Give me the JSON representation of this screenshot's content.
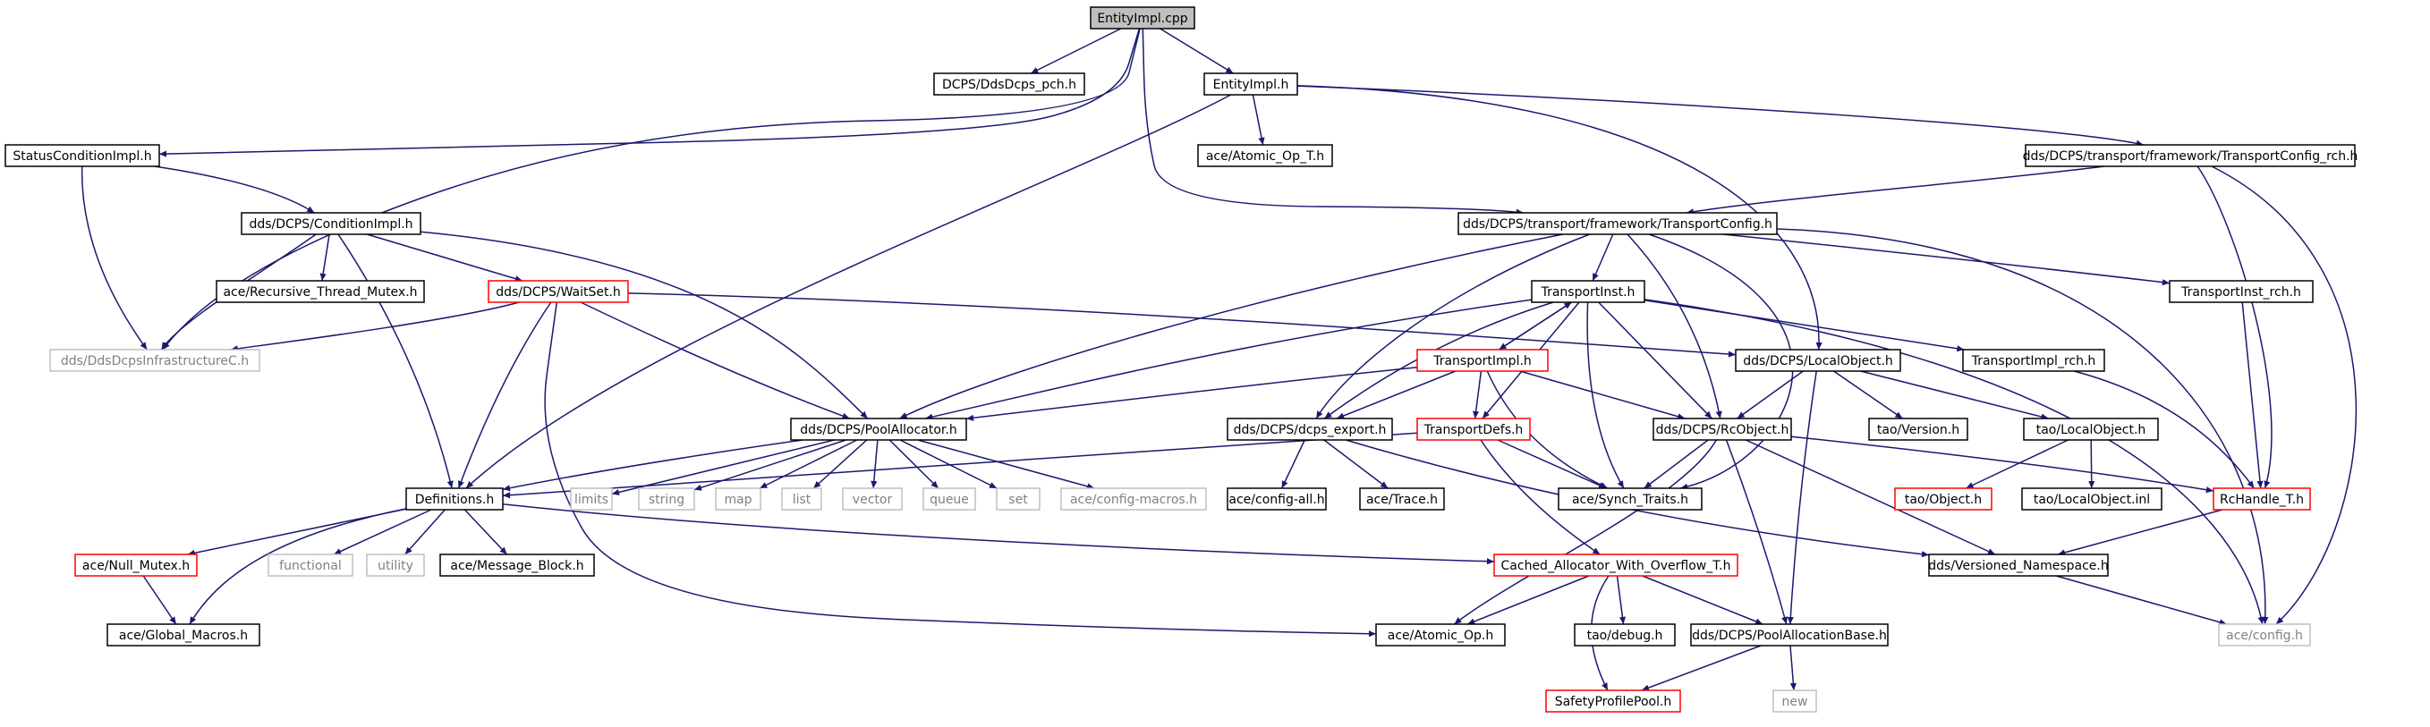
{
  "diagram": {
    "type": "include-dependency-graph",
    "colors": {
      "edge": "#191970",
      "root_fill": "#bfbfbf",
      "root_border": "#000000",
      "normal_border": "#000000",
      "truncated_border": "#ff0000",
      "system_border": "#bfbfbf",
      "system_text": "#808080",
      "text": "#000000"
    },
    "nodes": [
      {
        "id": "entityimpl_cpp",
        "label": "EntityImpl.cpp",
        "kind": "root"
      },
      {
        "id": "dcps_pch",
        "label": "DCPS/DdsDcps_pch.h",
        "kind": "normal"
      },
      {
        "id": "entityimpl_h",
        "label": "EntityImpl.h",
        "kind": "normal"
      },
      {
        "id": "statuscond",
        "label": "StatusConditionImpl.h",
        "kind": "normal"
      },
      {
        "id": "atomic_op_t",
        "label": "ace/Atomic_Op_T.h",
        "kind": "normal"
      },
      {
        "id": "tc_rch",
        "label": "dds/DCPS/transport/framework/TransportConfig_rch.h",
        "kind": "normal"
      },
      {
        "id": "condimpl",
        "label": "dds/DCPS/ConditionImpl.h",
        "kind": "normal"
      },
      {
        "id": "tconfig",
        "label": "dds/DCPS/transport/framework/TransportConfig.h",
        "kind": "normal"
      },
      {
        "id": "recmutex",
        "label": "ace/Recursive_Thread_Mutex.h",
        "kind": "normal"
      },
      {
        "id": "waitset",
        "label": "dds/DCPS/WaitSet.h",
        "kind": "truncated"
      },
      {
        "id": "tinst",
        "label": "TransportInst.h",
        "kind": "normal"
      },
      {
        "id": "tinst_rch",
        "label": "TransportInst_rch.h",
        "kind": "normal"
      },
      {
        "id": "infra",
        "label": "dds/DdsDcpsInfrastructureC.h",
        "kind": "system"
      },
      {
        "id": "timpl",
        "label": "TransportImpl.h",
        "kind": "truncated"
      },
      {
        "id": "localobj",
        "label": "dds/DCPS/LocalObject.h",
        "kind": "normal"
      },
      {
        "id": "timpl_rch",
        "label": "TransportImpl_rch.h",
        "kind": "normal"
      },
      {
        "id": "poolalloc",
        "label": "dds/DCPS/PoolAllocator.h",
        "kind": "normal"
      },
      {
        "id": "dcps_export",
        "label": "dds/DCPS/dcps_export.h",
        "kind": "normal"
      },
      {
        "id": "tdefs",
        "label": "TransportDefs.h",
        "kind": "truncated"
      },
      {
        "id": "rcobject",
        "label": "dds/DCPS/RcObject.h",
        "kind": "normal"
      },
      {
        "id": "tao_version",
        "label": "tao/Version.h",
        "kind": "normal"
      },
      {
        "id": "tao_localobj",
        "label": "tao/LocalObject.h",
        "kind": "normal"
      },
      {
        "id": "definitions",
        "label": "Definitions.h",
        "kind": "normal"
      },
      {
        "id": "limits",
        "label": "limits",
        "kind": "system"
      },
      {
        "id": "string",
        "label": "string",
        "kind": "system"
      },
      {
        "id": "map",
        "label": "map",
        "kind": "system"
      },
      {
        "id": "list",
        "label": "list",
        "kind": "system"
      },
      {
        "id": "vector",
        "label": "vector",
        "kind": "system"
      },
      {
        "id": "queue",
        "label": "queue",
        "kind": "system"
      },
      {
        "id": "set",
        "label": "set",
        "kind": "system"
      },
      {
        "id": "cfg_macros",
        "label": "ace/config-macros.h",
        "kind": "system"
      },
      {
        "id": "cfg_all",
        "label": "ace/config-all.h",
        "kind": "normal"
      },
      {
        "id": "ace_trace",
        "label": "ace/Trace.h",
        "kind": "normal"
      },
      {
        "id": "synch_traits",
        "label": "ace/Synch_Traits.h",
        "kind": "normal"
      },
      {
        "id": "tao_object",
        "label": "tao/Object.h",
        "kind": "truncated"
      },
      {
        "id": "tao_localobj_inl",
        "label": "tao/LocalObject.inl",
        "kind": "normal"
      },
      {
        "id": "rchandle",
        "label": "RcHandle_T.h",
        "kind": "truncated"
      },
      {
        "id": "null_mutex",
        "label": "ace/Null_Mutex.h",
        "kind": "truncated"
      },
      {
        "id": "functional",
        "label": "functional",
        "kind": "system"
      },
      {
        "id": "utility",
        "label": "utility",
        "kind": "system"
      },
      {
        "id": "msg_block",
        "label": "ace/Message_Block.h",
        "kind": "normal"
      },
      {
        "id": "cached_alloc",
        "label": "Cached_Allocator_With_Overflow_T.h",
        "kind": "truncated"
      },
      {
        "id": "versioned_ns",
        "label": "dds/Versioned_Namespace.h",
        "kind": "normal"
      },
      {
        "id": "global_macros",
        "label": "ace/Global_Macros.h",
        "kind": "normal"
      },
      {
        "id": "tao_debug",
        "label": "tao/debug.h",
        "kind": "normal"
      },
      {
        "id": "atomic_op",
        "label": "ace/Atomic_Op.h",
        "kind": "normal"
      },
      {
        "id": "pool_alloc_base",
        "label": "dds/DCPS/PoolAllocationBase.h",
        "kind": "normal"
      },
      {
        "id": "ace_config",
        "label": "ace/config.h",
        "kind": "system"
      },
      {
        "id": "safety_pool",
        "label": "SafetyProfilePool.h",
        "kind": "truncated"
      },
      {
        "id": "new",
        "label": "new",
        "kind": "system"
      }
    ]
  }
}
